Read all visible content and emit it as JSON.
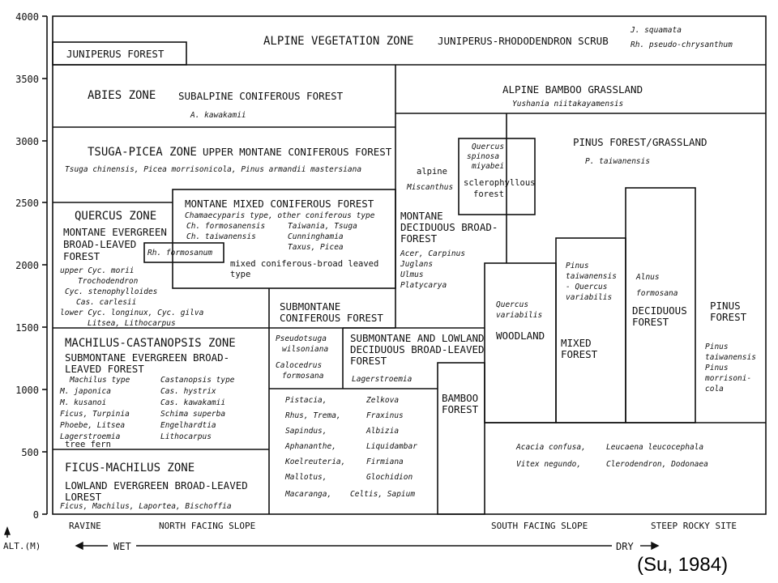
{
  "citation": "(Su, 1984)",
  "axis": {
    "label": "ALT.(M)",
    "ticks": [
      "4000",
      "3500",
      "3000",
      "2500",
      "2000",
      "1500",
      "1000",
      "500",
      "0"
    ]
  },
  "bottom": {
    "ravine": "RAVINE",
    "north": "NORTH FACING SLOPE",
    "south": "SOUTH FACING SLOPE",
    "steep": "STEEP ROCKY SITE",
    "wet": "WET",
    "dry": "DRY"
  },
  "zones": {
    "alpine_zone": "ALPINE VEGETATION ZONE",
    "juniperus_forest": "JUNIPERUS FOREST",
    "juniperus_scrub": "JUNIPERUS-RHODODENDRON SCRUB",
    "j_squamata": "J. squamata",
    "rh_pseudo": "Rh. pseudo-chrysanthum",
    "abies_zone": "ABIES ZONE",
    "subalpine": "SUBALPINE CONIFEROUS FOREST",
    "a_kawakamii": "A. kawakamii",
    "alpine_bamboo": "ALPINE BAMBOO GRASSLAND",
    "yushania": "Yushania niitakayamensis",
    "tsuga_zone": "TSUGA-PICEA ZONE",
    "upper_montane": "UPPER MONTANE CONIFEROUS FOREST",
    "tsuga_species": "Tsuga chinensis, Picea morrisonicola, Pinus armandii mastersiana",
    "alpine_misc_1": "alpine",
    "alpine_misc_2": "Miscanthus",
    "quercus_spinosa_1": "Quercus",
    "quercus_spinosa_2": "spinosa",
    "quercus_spinosa_3": "miyabei",
    "sclero_1": "sclerophyllous",
    "sclero_2": "forest",
    "pinus_grass": "PINUS FOREST/GRASSLAND",
    "p_taiwanensis": "P. taiwanensis",
    "quercus_zone": "QUERCUS ZONE",
    "montane_ev_1": "MONTANE EVERGREEN",
    "montane_ev_2": "BROAD-LEAVED",
    "montane_ev_3": "FOREST",
    "rh_formosanum": "Rh. formosanum",
    "upper_cyc": "upper Cyc. morii",
    "trochodendron": "Trochodendron",
    "cyc_steno": "Cyc. stenophylloides",
    "cas_carlesii": "Cas. carlesii",
    "lower_cyc": "lower Cyc. longinux, Cyc. gilva",
    "litsea_litho": "Litsea, Lithocarpus",
    "mixed_conif": "MONTANE MIXED CONIFEROUS FOREST",
    "chamae_type": "Chamaecyparis type, other coniferous type",
    "ch_formosanensis": "Ch. formosanensis",
    "ch_taiwanensis": "Ch. taiwanensis",
    "taiwania": "Taiwania, Tsuga",
    "cunninghamia": "Cunninghamia",
    "taxus": "Taxus, Picea",
    "mixed_cb_1": "mixed coniferous-broad leaved",
    "mixed_cb_2": "type",
    "montane_dec_1": "MONTANE",
    "montane_dec_2": "DECIDUOUS BROAD-",
    "montane_dec_3": "FOREST",
    "acer": "Acer, Carpinus",
    "juglans": "Juglans",
    "ulmus": "Ulmus",
    "platycarya": "Platycarya",
    "quercus_var_1": "Quercus",
    "quercus_var_2": "variabilis",
    "woodland": "WOODLAND",
    "pinus_tq_1": "Pinus",
    "pinus_tq_2": "taiwanensis",
    "pinus_tq_3": "- Quercus",
    "pinus_tq_4": "variabilis",
    "mixed_forest_1": "MIXED",
    "mixed_forest_2": "FOREST",
    "alnus_1": "Alnus",
    "alnus_2": "formosana",
    "deciduous_1": "DECIDUOUS",
    "deciduous_2": "FOREST",
    "pinus_forest_1": "PINUS",
    "pinus_forest_2": "FOREST",
    "pinus_sp_1": "Pinus",
    "pinus_sp_2": "taiwanensis",
    "pinus_sp_3": "Pinus",
    "pinus_sp_4": "morrisoni-",
    "pinus_sp_5": "cola",
    "submontane_conif_1": "SUBMONTANE",
    "submontane_conif_2": "CONIFEROUS FOREST",
    "pseudotsuga_1": "Pseudotsuga",
    "pseudotsuga_2": "wilsoniana",
    "calocedrus_1": "Calocedrus",
    "calocedrus_2": "formosana",
    "machilus_zone": "MACHILUS-CASTANOPSIS ZONE",
    "sub_ev_1": "SUBMONTANE EVERGREEN BROAD-",
    "sub_ev_2": "LEAVED FOREST",
    "machilus_type": "Machilus type",
    "m_japonica": "M. japonica",
    "m_kusanoi": "M. kusanoi",
    "ficus_turpinia": "Ficus, Turpinia",
    "phoebe_litsea": "Phoebe, Litsea",
    "lagerstroemia_l": "Lagerstroemia",
    "tree_fern": "tree fern",
    "castanopsis_type": "Castanopsis type",
    "cas_hystrix": "Cas. hystrix",
    "cas_kawakamii": "Cas. kawakamii",
    "schima": "Schima superba",
    "engelhardtia": "Engelhardtia",
    "lithocarpus": "Lithocarpus",
    "submontane_lowland_1": "SUBMONTANE AND LOWLAND",
    "submontane_lowland_2": "DECIDUOUS BROAD-LEAVED",
    "submontane_lowland_3": "FOREST",
    "lagerstroemia_r": "Lagerstroemia",
    "pistacia": "Pistacia,",
    "zelkova": "Zelkova",
    "rhus_trema": "Rhus, Trema,",
    "fraxinus": "Fraxinus",
    "sapindus": "Sapindus,",
    "albizia": "Albizia",
    "aphananthe": "Aphananthe,",
    "liquidambar": "Liquidambar",
    "koelreuteria": "Koelreuteria,",
    "firmiana": "Firmiana",
    "mallotus": "Mallotus,",
    "glochidion": "Glochidion",
    "macaranga": "Macaranga,",
    "celtis_sapium": "Celtis, Sapium",
    "bamboo_1": "BAMBOO",
    "bamboo_2": "FOREST",
    "ficus_zone": "FICUS-MACHILUS ZONE",
    "lowland_ev_1": "LOWLAND EVERGREEN BROAD-LEAVED",
    "lowland_ev_2": "LOREST",
    "ficus_species": "Ficus, Machilus, Laportea, Bischoffia",
    "acacia": "Acacia confusa,",
    "leucaena": "Leucaena leucocephala",
    "vitex": "Vitex negundo,",
    "clerodendron": "Clerodendron, Dodonaea"
  }
}
